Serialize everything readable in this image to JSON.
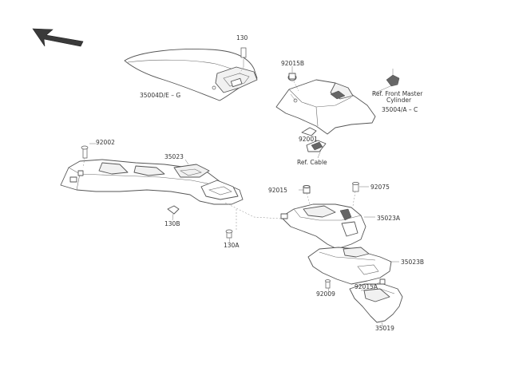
{
  "labels": {
    "p130": "130",
    "p92015B": "92015B",
    "p35004DEG": "35004D/E – G",
    "refFrontMaster1": "Ref. Front Master",
    "refFrontMaster2": "Cylinder",
    "p35004AC": "35004/A – C",
    "p92002": "92002",
    "p35023": "35023",
    "p92001": "92001",
    "refCable": "Ref. Cable",
    "p92015": "92015",
    "p92075": "92075",
    "p130B": "130B",
    "p35023A": "35023A",
    "p130A": "130A",
    "p35023B": "35023B",
    "p92015A": "92015A",
    "p92009": "92009",
    "p35019": "35019"
  },
  "icons": {
    "direction_arrow": "front-direction-arrow-icon"
  }
}
